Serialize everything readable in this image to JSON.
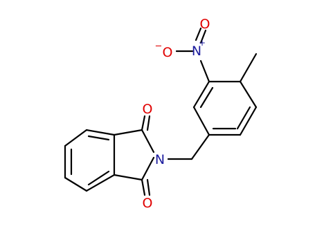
{
  "colors": {
    "bond": "#000000",
    "oxygen": "#e00000",
    "nitrogen": "#1c1c9e",
    "background": "#ffffff"
  },
  "atoms": {
    "o_top": "O",
    "o_bottom": "O",
    "n_imide": "N",
    "n_nitro": "N",
    "n_nitro_charge": "+",
    "o_nitro_left": "O",
    "o_nitro_left_charge": "−",
    "o_nitro_top": "O"
  }
}
